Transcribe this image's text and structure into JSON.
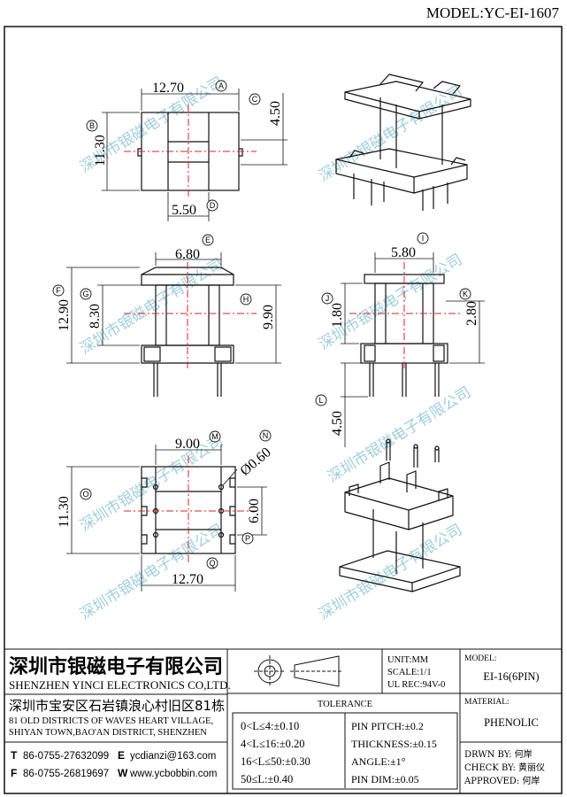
{
  "model_header": "MODEL:YC-EI-1607",
  "watermark": "深圳市银磁电子有限公司",
  "dims": {
    "a": "12.70",
    "b": "11.30",
    "c": "4.50",
    "d": "5.50",
    "e": "6.80",
    "f": "12.90",
    "g": "8.30",
    "h": "9.90",
    "i": "5.80",
    "j": "1.80",
    "k": "2.80",
    "l": "4.50",
    "m": "9.00",
    "n": "Ø0.60",
    "o": "11.30",
    "p": "6.00",
    "q": "12.70"
  },
  "markers": {
    "a": "A",
    "b": "B",
    "c": "C",
    "d": "D",
    "e": "E",
    "f": "F",
    "g": "G",
    "h": "H",
    "i": "I",
    "j": "J",
    "k": "K",
    "l": "L",
    "m": "M",
    "n": "N",
    "o": "O",
    "p": "P",
    "q": "Q"
  },
  "company": {
    "name_cn": "深圳市银磁电子有限公司",
    "name_en": "SHENZHEN YINCI ELECTRONICS CO,LTD.",
    "address_cn": "深圳市宝安区石岩镇浪心村旧区81栋",
    "address_en_1": "81 OLD DISTRICTS OF WAVES HEART VILLAGE,",
    "address_en_2": "SHIYAN TOWN,BAO'AN DISTRICT, SHENZHEN",
    "tel_label": "T",
    "tel": "86-0755-27632099",
    "email_label": "E",
    "email": "ycdianzi@163.com",
    "fax_label": "F",
    "fax": "86-0755-26819697",
    "web_label": "W",
    "web": "www.ycbobbin.com"
  },
  "spec": {
    "unit": "UNIT:MM",
    "scale": "SCALE:1/1",
    "ul": "UL REC:94V-0"
  },
  "tolerance": {
    "title": "TOLERANCE",
    "rows": [
      "0<L≤4:±0.10",
      "4<L≤16:±0.20",
      "16<L≤50:±0.30",
      "50≤L:±0.40"
    ],
    "pin_pitch": "PIN PITCH:±0.2",
    "thickness": "THICKNESS:±0.15",
    "angle": "ANGLE:±1°",
    "pin_dim": "PIN DIM:±0.05"
  },
  "model_box": {
    "label": "MODEL:",
    "value": "EI-16(6PIN)"
  },
  "material_box": {
    "label": "MATERIAL:",
    "value": "PHENOLIC"
  },
  "approvals": {
    "drawn": "DRWN BY: 何岸",
    "check": "CHECK BY: 黄丽仪",
    "approved": "APPROVED: 何岸"
  }
}
